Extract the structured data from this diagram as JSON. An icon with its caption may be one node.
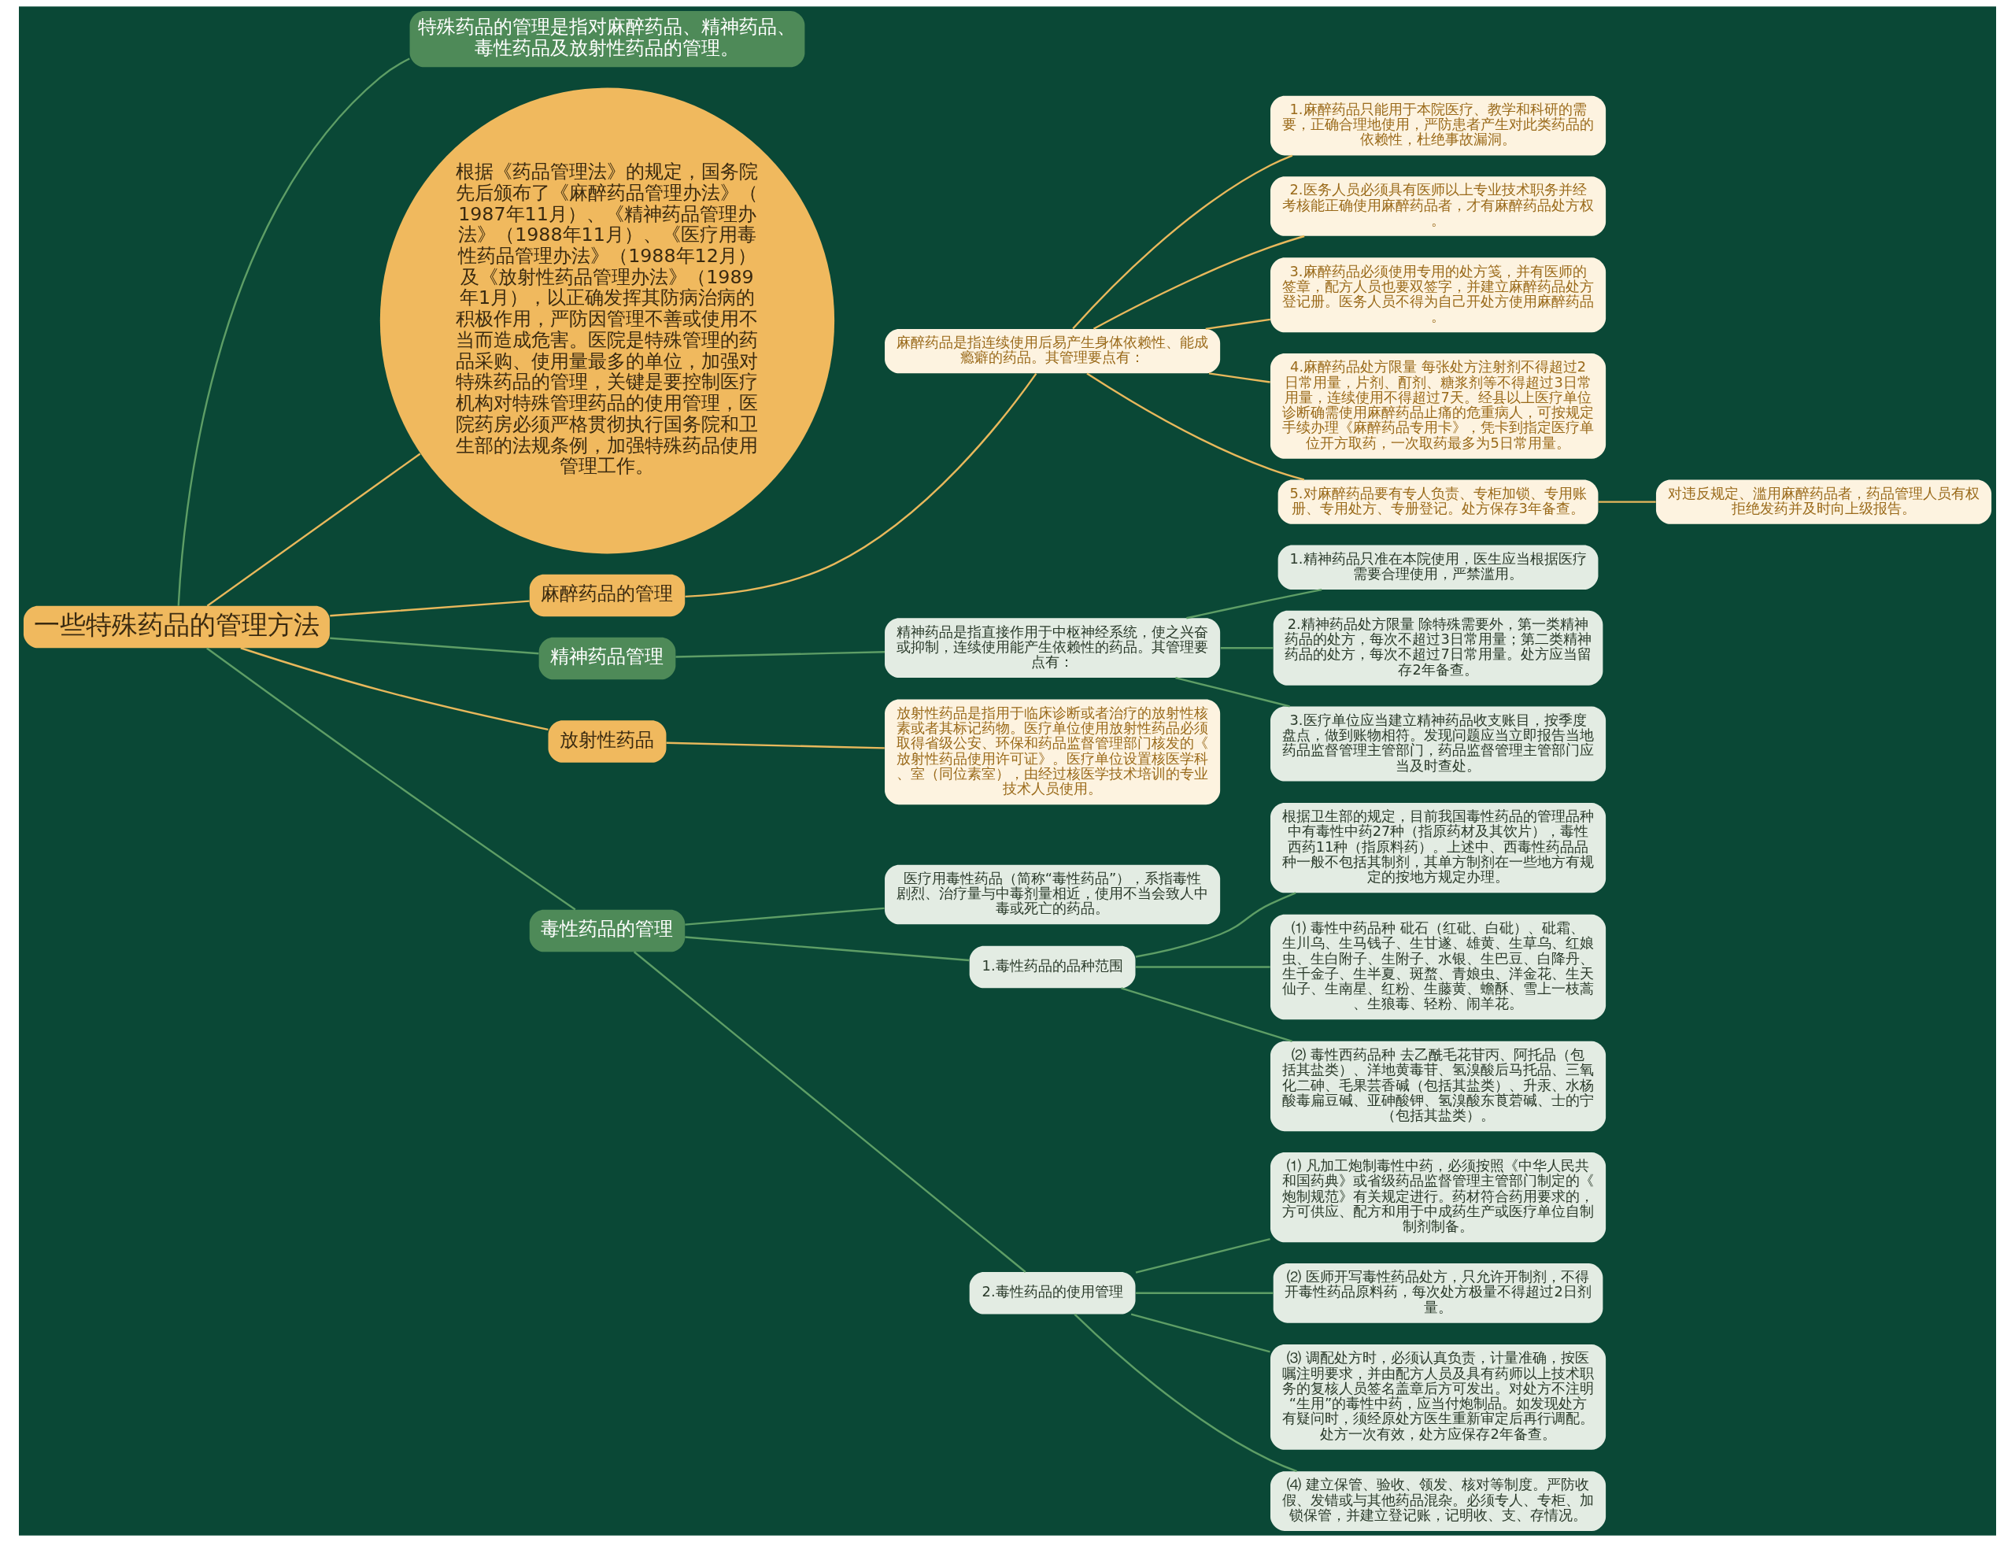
{
  "diagram": {
    "nodes": [
      {
        "text": [
          "一些特殊药品的管理方法"
        ]
      },
      {
        "text": [
          "特殊药品的管理是指对麻醉药品、精神药品、毒性药品及放射性药品的管理。"
        ]
      },
      {
        "text": [
          "根据《药品管理法》的规定，国务院先后颁布了《麻醉药品管理办法》（1987年11月）、《精神药品管理办法》（1988年11月）、《医疗用毒性药品管理办法》（1988年12月）及《放射性药品管理办法》（1989年1月），以正确发挥其防病治病的积极作用，严防因管理不善或使用不当而造成危害。医院是特殊管理的药品采购、使用量最多的单位，加强对特殊药品的管理，关键是要控制医疗机构对特殊管理药品的使用管理，医院药房必须严格贯彻执行国务院和卫生部的法规条例，加强特殊药品使用管理工作。"
        ]
      },
      {
        "text": [
          "麻醉药品的管理"
        ]
      },
      {
        "text": [
          "麻醉药品是指连续使用后易产生身体依赖性、能成瘾癖的药品。其管理要点有："
        ]
      },
      {
        "text": [
          "1.麻醉药品只能用于本院医疗、教学和科研的需要，正确合理地使用，严防患者产生对此类药品的依赖性，杜绝事故漏洞。"
        ]
      },
      {
        "text": [
          "2.医务人员必须具有医师以上专业技术职务并经考核能正确使用麻醉药品者，才有麻醉药品处方权。"
        ]
      },
      {
        "text": [
          "3.麻醉药品必须使用专用的处方笺，并有医师的签章，配方人员也要双签字，并建立麻醉药品处方登记册。医务人员不得为自己开处方使用麻醉药品。"
        ]
      },
      {
        "text": [
          "4.麻醉药品处方限量 每张处方注射剂不得超过2日常用量，片剂、酊剂、糖浆剂等不得超过3日常用量，连续使用不得超过7天。经县以上医疗单位诊断确需使用麻醉药品止痛的危重病人，可按规定手续办理《麻醉药品专用卡》，凭卡到指定医疗单位开方取药，一次取药最多为5日常用量。"
        ]
      },
      {
        "text": [
          "5.对麻醉药品要有专人负责、专柜加锁、专用账册、专用处方、专册登记。处方保存3年备查。"
        ]
      },
      {
        "text": [
          "对违反规定、滥用麻醉药品者，药品管理人员有权拒绝发药并及时向上级报告。"
        ]
      },
      {
        "text": [
          "精神药品管理"
        ]
      },
      {
        "text": [
          "精神药品是指直接作用于中枢神经系统，使之兴奋或抑制，连续使用能产生依赖性的药品。其管理要点有："
        ]
      },
      {
        "text": [
          "1.精神药品只准在本院使用，医生应当根据医疗需要合理使用，严禁滥用。"
        ]
      },
      {
        "text": [
          "2.精神药品处方限量 除特殊需要外，第一类精神药品的处方，每次不超过3日常用量；第二类精神药品的处方，每次不超过7日常用量。处方应当留存2年备查。"
        ]
      },
      {
        "text": [
          "3.医疗单位应当建立精神药品收支账目，按季度盘点，做到账物相符。发现问题应当立即报告当地药品监督管理主管部门，药品监督管理主管部门应当及时查处。"
        ]
      },
      {
        "text": [
          "放射性药品"
        ]
      },
      {
        "text": [
          "放射性药品是指用于临床诊断或者治疗的放射性核素或者其标记药物。医疗单位使用放射性药品必须取得省级公安、环保和药品监督管理部门核发的《放射性药品使用许可证》。医疗单位设置核医学科、室（同位素室），由经过核医学技术培训的专业技术人员使用。"
        ]
      },
      {
        "text": [
          "毒性药品的管理"
        ]
      },
      {
        "text": [
          "医疗用毒性药品（简称“毒性药品”），系指毒性剧烈、治疗量与中毒剂量相近，使用不当会致人中毒或死亡的药品。"
        ]
      },
      {
        "text": [
          "1.毒性药品的品种范围"
        ]
      },
      {
        "text": [
          "根据卫生部的规定，目前我国毒性药品的管理品种中有毒性中药27种（指原药材及其饮片），毒性西药11种（指原料药）。上述中、西毒性药品品种一般不包括其制剂，其单方制剂在一些地方有规定的按地方规定办理。"
        ]
      },
      {
        "text": [
          "⑴ 毒性中药品种 砒石（红砒、白砒）、砒霜、生川乌、生马钱子、生甘遂、雄黄、生草乌、红娘虫、生白附子、生附子、水银、生巴豆、白降丹、生千金子、生半夏、斑蝥、青娘虫、洋金花、生天仙子、生南星、红粉、生藤黄、蟾酥、雪上一枝蒿、生狼毒、轻粉、闹羊花。"
        ]
      },
      {
        "text": [
          "⑵ 毒性西药品种 去乙酰毛花苷丙、阿托品（包括其盐类）、洋地黄毒苷、氢溴酸后马托品、三氧化二砷、毛果芸香碱（包括其盐类）、升汞、水杨酸毒扁豆碱、亚砷酸钾、氢溴酸东莨菪碱、士的宁（包括其盐类）。"
        ]
      },
      {
        "text": [
          "2.毒性药品的使用管理"
        ]
      },
      {
        "text": [
          "⑴ 凡加工炮制毒性中药，必须按照《中华人民共和国药典》或省级药品监督管理主管部门制定的《炮制规范》有关规定进行。药材符合药用要求的，方可供应、配方和用于中成药生产或医疗单位自制制剂制备。"
        ]
      },
      {
        "text": [
          "⑵ 医师开写毒性药品处方，只允许开制剂，不得开毒性药品原料药，每次处方极量不得超过2日剂量。"
        ]
      },
      {
        "text": [
          "⑶ 调配处方时，必须认真负责，计量准确，按医嘱注明要求，并由配方人员及具有药师以上技术职务的复核人员签名盖章后方可发出。对处方不注明“生用”的毒性中药，应当付炮制品。如发现处方有疑问时，须经原处方医生重新审定后再行调配。处方一次有效，处方应保存2年备查。"
        ]
      },
      {
        "text": [
          "⑷ 建立保管、验收、领发、核对等制度。严防收假、发错或与其他药品混杂。必须专人、专柜、加锁保管，并建立登记账，记明收、支、存情况。"
        ]
      }
    ],
    "edges": [
      {
        "from": 0,
        "to": 1,
        "arrow": "none"
      },
      {
        "from": 0,
        "to": 2,
        "arrow": "none",
        "color": "#e8b85c"
      },
      {
        "from": 0,
        "to": 3,
        "arrow": "none",
        "color": "#e8b85c"
      },
      {
        "from": 3,
        "to": 4,
        "arrow": "none",
        "color": "#e8b85c"
      },
      {
        "from": 4,
        "to": 5,
        "arrow": "none",
        "color": "#e8b85c"
      },
      {
        "from": 4,
        "to": 6,
        "arrow": "none",
        "color": "#e8b85c"
      },
      {
        "from": 4,
        "to": 7,
        "arrow": "none",
        "color": "#e8b85c"
      },
      {
        "from": 4,
        "to": 8,
        "arrow": "none",
        "color": "#e8b85c"
      },
      {
        "from": 4,
        "to": 9,
        "arrow": "none",
        "color": "#e8b85c"
      },
      {
        "from": 9,
        "to": 10,
        "arrow": "none",
        "color": "#e8b85c"
      },
      {
        "from": 0,
        "to": 11,
        "arrow": "none"
      },
      {
        "from": 11,
        "to": 12,
        "arrow": "none"
      },
      {
        "from": 12,
        "to": 13,
        "arrow": "none"
      },
      {
        "from": 12,
        "to": 14,
        "arrow": "none"
      },
      {
        "from": 12,
        "to": 15,
        "arrow": "none"
      },
      {
        "from": 0,
        "to": 16,
        "arrow": "none",
        "color": "#e8b85c"
      },
      {
        "from": 16,
        "to": 17,
        "arrow": "none",
        "color": "#e8b85c"
      },
      {
        "from": 0,
        "to": 18,
        "arrow": "none"
      },
      {
        "from": 18,
        "to": 19,
        "arrow": "none"
      },
      {
        "from": 18,
        "to": 20,
        "arrow": "none"
      },
      {
        "from": 20,
        "to": 21,
        "arrow": "none"
      },
      {
        "from": 20,
        "to": 22,
        "arrow": "none"
      },
      {
        "from": 20,
        "to": 23,
        "arrow": "none"
      },
      {
        "from": 18,
        "to": 24,
        "arrow": "none"
      },
      {
        "from": 24,
        "to": 25,
        "arrow": "none"
      },
      {
        "from": 24,
        "to": 26,
        "arrow": "none"
      },
      {
        "from": 24,
        "to": 27,
        "arrow": "none"
      },
      {
        "from": 24,
        "to": 28,
        "arrow": "none"
      }
    ]
  }
}
